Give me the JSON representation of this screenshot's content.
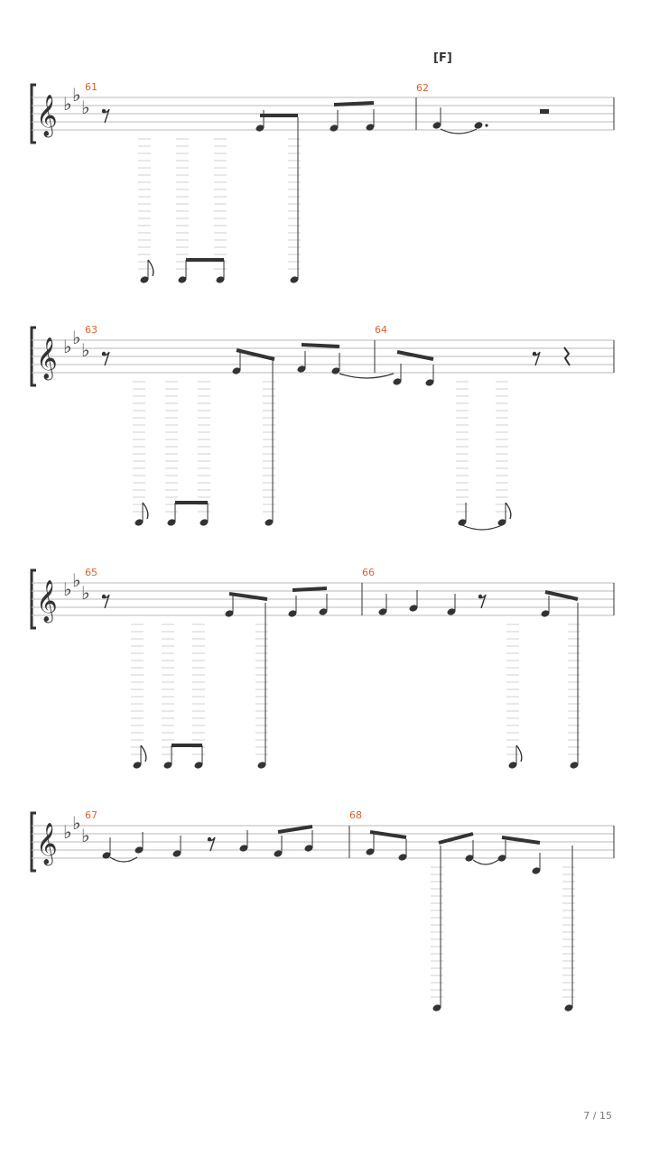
{
  "rehearsal_mark": "[F]",
  "page_number": "7 / 15",
  "systems": [
    {
      "measures": [
        "61",
        "62"
      ]
    },
    {
      "measures": [
        "63",
        "64"
      ]
    },
    {
      "measures": [
        "65",
        "66"
      ]
    },
    {
      "measures": [
        "67",
        "68"
      ]
    }
  ]
}
